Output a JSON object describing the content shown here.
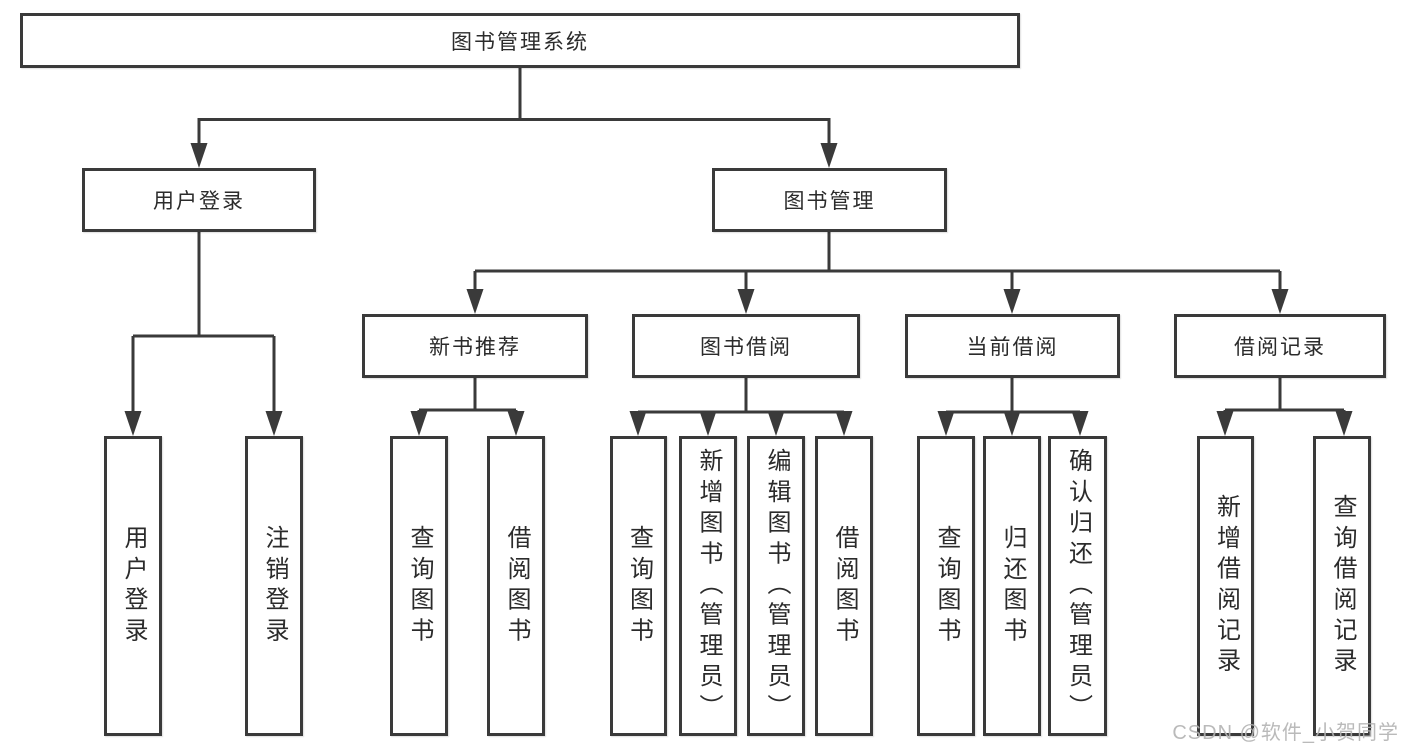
{
  "nodes": {
    "root": "图书管理系统",
    "user_login": "用户登录",
    "book_mgmt": "图书管理",
    "new_book_rec": "新书推荐",
    "book_borrow": "图书借阅",
    "current_borrow": "当前借阅",
    "borrow_record": "借阅记录",
    "leaves": {
      "user_login": "用户登录",
      "logout": "注销登录",
      "nbr_query": "查询图书",
      "nbr_borrow": "借阅图书",
      "bb_query": "查询图书",
      "bb_add": "新增图书（管理员）",
      "bb_edit": "编辑图书（管理员）",
      "bb_borrow": "借阅图书",
      "cb_query": "查询图书",
      "cb_return": "归还图书",
      "cb_confirm": "确认归还（管理员）",
      "br_add": "新增借阅记录",
      "br_query": "查询借阅记录"
    }
  },
  "structure": {
    "图书管理系统": {
      "用户登录": [
        "用户登录",
        "注销登录"
      ],
      "图书管理": {
        "新书推荐": [
          "查询图书",
          "借阅图书"
        ],
        "图书借阅": [
          "查询图书",
          "新增图书（管理员）",
          "编辑图书（管理员）",
          "借阅图书"
        ],
        "当前借阅": [
          "查询图书",
          "归还图书",
          "确认归还（管理员）"
        ],
        "借阅记录": [
          "新增借阅记录",
          "查询借阅记录"
        ]
      }
    }
  },
  "watermark": "CSDN @软件_小贺同学",
  "colors": {
    "line": "#3a3a3a",
    "text": "#2b2b2b",
    "watermark": "#b3b3b3",
    "background": "#ffffff"
  }
}
